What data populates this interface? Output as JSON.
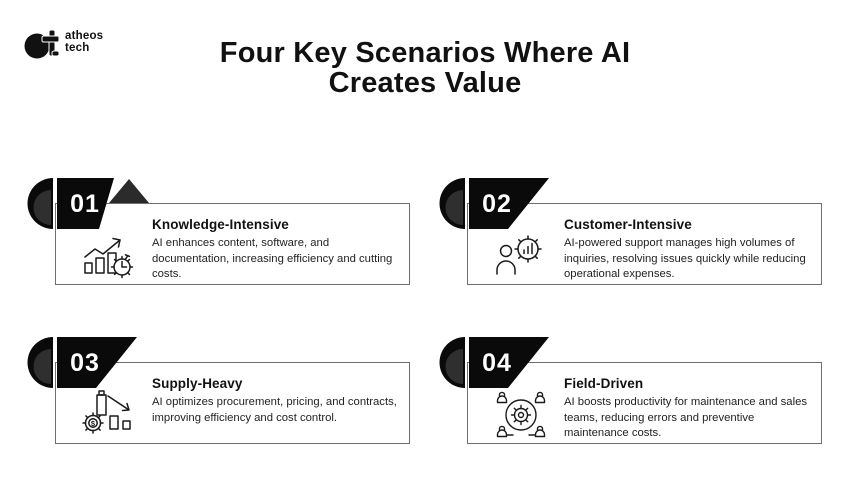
{
  "logo": {
    "icon": "atheos-logo-icon",
    "brand_line1": "atheos",
    "brand_line2": "tech"
  },
  "header": {
    "title_line1": "Four Key Scenarios Where AI",
    "title_line2": "Creates Value"
  },
  "cards": [
    {
      "number": "01",
      "title": "Knowledge-Intensive",
      "description": "AI enhances content, software, and documentation, increasing efficiency and cutting costs.",
      "icon": "growth-chart-stopwatch-icon",
      "ribbon_style": "folded"
    },
    {
      "number": "02",
      "title": "Customer-Intensive",
      "description": "AI-powered support manages high volumes of inquiries, resolving issues quickly while reducing operational expenses.",
      "icon": "customer-gear-analytics-icon",
      "ribbon_style": "pennant"
    },
    {
      "number": "03",
      "title": "Supply-Heavy",
      "description": "AI optimizes procurement, pricing, and contracts, improving efficiency and cost control.",
      "icon": "cost-decline-gear-dollar-icon",
      "ribbon_style": "pennant"
    },
    {
      "number": "04",
      "title": "Field-Driven",
      "description": "AI boosts productivity for maintenance and sales teams, reducing errors and preventive maintenance costs.",
      "icon": "team-network-gear-icon",
      "ribbon_style": "pennant"
    }
  ],
  "colors": {
    "ribbon_black": "#0a0a0a",
    "ribbon_fold_gray": "#2b2b2b",
    "circle_inner_gray": "#2f2f2f",
    "card_border": "#6e6e6e",
    "text_primary": "#111111",
    "text_body": "#222222",
    "background": "#ffffff"
  }
}
